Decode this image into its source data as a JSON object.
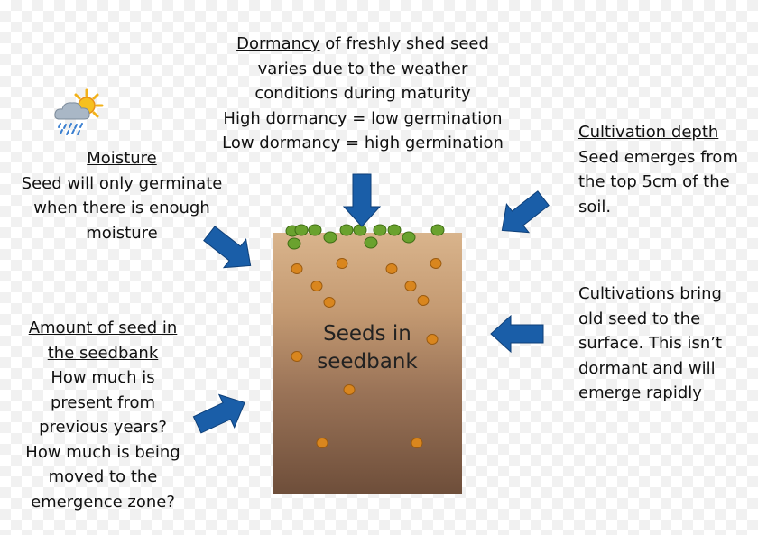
{
  "dormancy": {
    "heading": "Dormancy",
    "lines": [
      " of freshly shed seed",
      "varies due to the weather",
      "conditions during maturity",
      "High dormancy = low germination",
      "Low dormancy = high germination"
    ]
  },
  "moisture": {
    "heading": "Moisture",
    "lines": [
      "Seed will only germinate",
      "when there is enough",
      "moisture"
    ]
  },
  "cultivation_depth": {
    "heading": "Cultivation depth",
    "lines": [
      "Seed emerges from",
      "the top 5cm of the",
      "soil."
    ]
  },
  "cultivations": {
    "heading": "Cultivations",
    "heading_suffix": " bring",
    "lines": [
      "old seed to the",
      "surface. This isn’t",
      "dormant and will",
      "emerge rapidly"
    ]
  },
  "seedbank_amount": {
    "heading_lines": [
      "Amount of seed in",
      "the seedbank"
    ],
    "lines": [
      "How much is",
      "present from",
      "previous years?",
      "How much is being",
      "moved to the",
      "emergence zone?"
    ]
  },
  "soil": {
    "label_lines": [
      "Seeds in",
      "seedbank"
    ]
  },
  "icons": {
    "weather": "sun-cloud-rain-icon"
  },
  "colors": {
    "arrow": "#1a5ea8",
    "germinating_seed": "#6aa22e",
    "dormant_seed": "#d9861e"
  }
}
